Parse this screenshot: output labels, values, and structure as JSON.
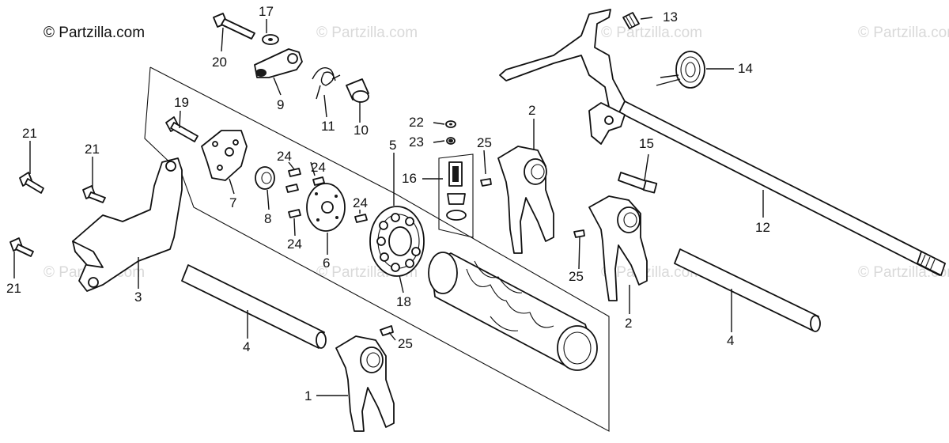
{
  "copyright": "© Partzilla.com",
  "watermarks": [
    "© Partzilla.com",
    "© Partzilla.com",
    "© Partzilla.com",
    "© Partzilla.com",
    "© Partzilla.com",
    "© Partzilla.com",
    "© Partzilla.com"
  ],
  "callouts": {
    "c1": "1",
    "c2a": "2",
    "c2b": "2",
    "c3": "3",
    "c4a": "4",
    "c4b": "4",
    "c5": "5",
    "c6": "6",
    "c7": "7",
    "c8": "8",
    "c9": "9",
    "c10": "10",
    "c11": "11",
    "c12": "12",
    "c13": "13",
    "c14": "14",
    "c15": "15",
    "c16": "16",
    "c17": "17",
    "c18": "18",
    "c19": "19",
    "c20": "20",
    "c21a": "21",
    "c21b": "21",
    "c21c": "21",
    "c22": "22",
    "c23": "23",
    "c24a": "24",
    "c24b": "24",
    "c24c": "24",
    "c24d": "24",
    "c25a": "25",
    "c25b": "25",
    "c25c": "25"
  },
  "colors": {
    "ink": "#111111",
    "watermark": "#d9d9d9",
    "paper": "#ffffff"
  }
}
